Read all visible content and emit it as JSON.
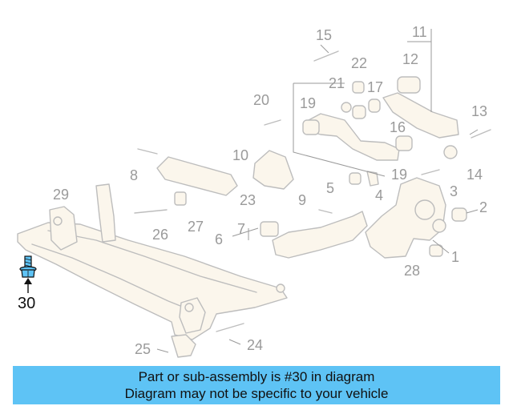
{
  "diagram": {
    "part_numbers": [
      "1",
      "2",
      "3",
      "4",
      "5",
      "6",
      "7",
      "8",
      "9",
      "10",
      "11",
      "12",
      "13",
      "14",
      "15",
      "16",
      "17",
      "19",
      "19",
      "20",
      "21",
      "22",
      "23",
      "24",
      "25",
      "26",
      "27",
      "28",
      "29"
    ],
    "highlighted_part": "30",
    "highlight_color": "#5ec3f5",
    "highlight_icon": "flange-bolt-icon"
  },
  "caption": {
    "line1": "Part or sub-assembly is #30 in diagram",
    "line2": "Diagram may not be specific to your vehicle",
    "background": "#5ec3f5"
  }
}
